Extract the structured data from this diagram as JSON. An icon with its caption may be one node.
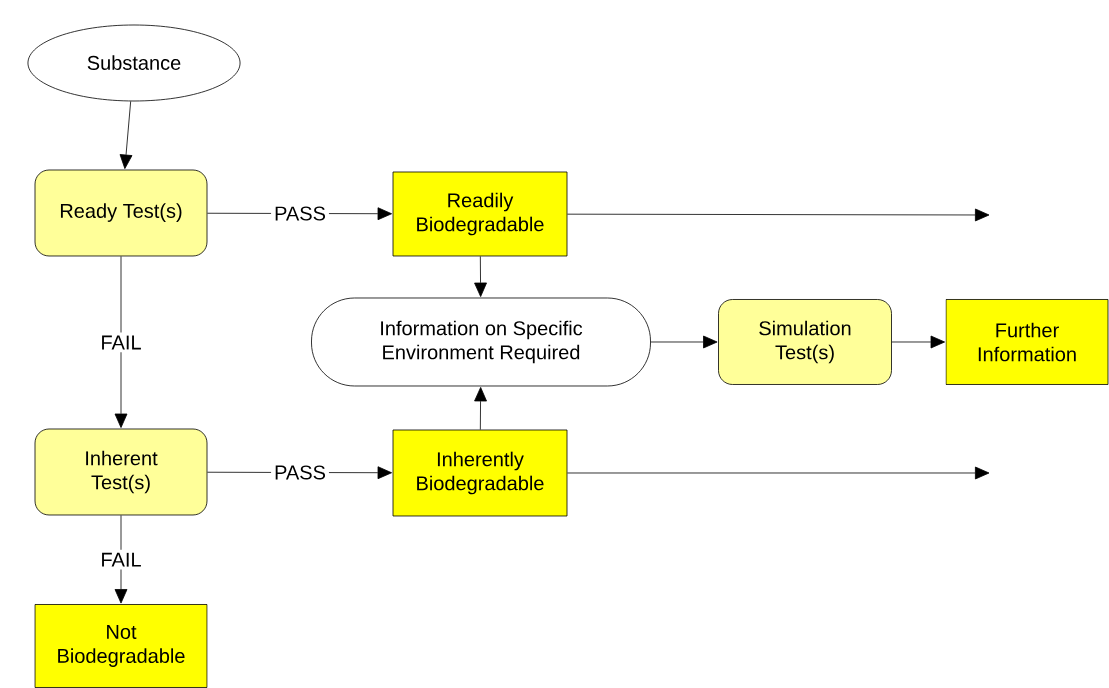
{
  "diagram": {
    "nodes": [
      {
        "text": [
          "Substance"
        ]
      },
      {
        "text": [
          "Ready Test(s)"
        ]
      },
      {
        "text": [
          "Readily Biodegradable"
        ]
      },
      {
        "text": [
          "Information on Specific Environment Required"
        ]
      },
      {
        "text": [
          "Simulation Test(s)"
        ]
      },
      {
        "text": [
          "Further Information"
        ]
      },
      {
        "text": [
          "Inherent Test(s)"
        ]
      },
      {
        "text": [
          "Inherently Biodegradable"
        ]
      },
      {
        "text": [
          "Not Biodegradable"
        ]
      }
    ],
    "edges": [
      {
        "from": 0,
        "to": 1,
        "arrow": "to"
      },
      {
        "from": 1,
        "to": 2,
        "arrow": "to",
        "label": "PASS"
      },
      {
        "from": 2,
        "to": null,
        "arrow": "to"
      },
      {
        "from": 2,
        "to": 3,
        "arrow": "to"
      },
      {
        "from": 1,
        "to": 6,
        "arrow": "to",
        "label": "FAIL"
      },
      {
        "from": 3,
        "to": 4,
        "arrow": "to"
      },
      {
        "from": 4,
        "to": 5,
        "arrow": "to"
      },
      {
        "from": 6,
        "to": 7,
        "arrow": "to",
        "label": "PASS"
      },
      {
        "from": 7,
        "to": 3,
        "arrow": "to"
      },
      {
        "from": 7,
        "to": null,
        "arrow": "to"
      },
      {
        "from": 6,
        "to": 8,
        "arrow": "to",
        "label": "FAIL"
      }
    ]
  }
}
